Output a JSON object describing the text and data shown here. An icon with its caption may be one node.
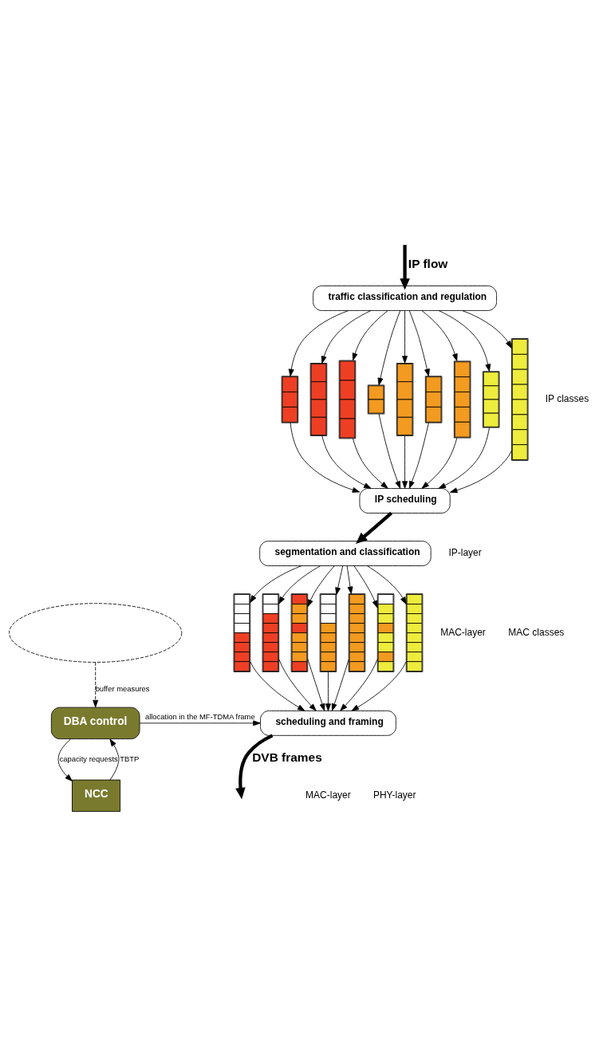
{
  "diagram": {
    "nodes": [
      {
        "text": [
          "traffic classification and regulation"
        ]
      },
      {
        "text": [],
        "shape": "bar"
      },
      {
        "text": [],
        "shape": "bar"
      },
      {
        "text": [],
        "shape": "bar"
      },
      {
        "text": [],
        "shape": "bar"
      },
      {
        "text": [],
        "shape": "bar"
      },
      {
        "text": [],
        "shape": "bar"
      },
      {
        "text": [],
        "shape": "bar"
      },
      {
        "text": [],
        "shape": "bar"
      },
      {
        "text": [],
        "shape": "bar"
      },
      {
        "text": [
          "IP scheduling"
        ]
      },
      {
        "text": [
          "segmentation and classification"
        ]
      },
      {
        "text": [],
        "shape": "bar"
      },
      {
        "text": [],
        "shape": "bar"
      },
      {
        "text": [],
        "shape": "bar"
      },
      {
        "text": [],
        "shape": "bar"
      },
      {
        "text": [],
        "shape": "bar"
      },
      {
        "text": [],
        "shape": "bar"
      },
      {
        "text": [],
        "shape": "bar"
      },
      {
        "text": [],
        "shape": "ellipse"
      },
      {
        "text": [
          "scheduling and framing"
        ]
      },
      {
        "text": [
          "DBA control"
        ]
      },
      {
        "text": [
          "NCC"
        ]
      }
    ],
    "edges": [
      {
        "from": null,
        "to": 0,
        "arrow": "to",
        "label": "IP flow",
        "style": "thick"
      },
      {
        "from": 0,
        "to": 1,
        "arrow": "to"
      },
      {
        "from": 0,
        "to": 2,
        "arrow": "to"
      },
      {
        "from": 0,
        "to": 3,
        "arrow": "to"
      },
      {
        "from": 0,
        "to": 4,
        "arrow": "to"
      },
      {
        "from": 0,
        "to": 5,
        "arrow": "to"
      },
      {
        "from": 0,
        "to": 6,
        "arrow": "to"
      },
      {
        "from": 0,
        "to": 7,
        "arrow": "to"
      },
      {
        "from": 0,
        "to": 8,
        "arrow": "to"
      },
      {
        "from": 0,
        "to": 9,
        "arrow": "to"
      },
      {
        "from": 1,
        "to": 10,
        "arrow": "to"
      },
      {
        "from": 2,
        "to": 10,
        "arrow": "to"
      },
      {
        "from": 3,
        "to": 10,
        "arrow": "to"
      },
      {
        "from": 4,
        "to": 10,
        "arrow": "to"
      },
      {
        "from": 5,
        "to": 10,
        "arrow": "to"
      },
      {
        "from": 6,
        "to": 10,
        "arrow": "to"
      },
      {
        "from": 7,
        "to": 10,
        "arrow": "to"
      },
      {
        "from": 8,
        "to": 10,
        "arrow": "to"
      },
      {
        "from": 9,
        "to": 10,
        "arrow": "to"
      },
      {
        "from": 10,
        "to": 11,
        "arrow": "to",
        "style": "thick"
      },
      {
        "from": 11,
        "to": 12,
        "arrow": "to"
      },
      {
        "from": 11,
        "to": 13,
        "arrow": "to"
      },
      {
        "from": 11,
        "to": 14,
        "arrow": "to"
      },
      {
        "from": 11,
        "to": 15,
        "arrow": "to"
      },
      {
        "from": 11,
        "to": 16,
        "arrow": "to"
      },
      {
        "from": 11,
        "to": 17,
        "arrow": "to"
      },
      {
        "from": 11,
        "to": 18,
        "arrow": "to"
      },
      {
        "from": 12,
        "to": 20,
        "arrow": "to"
      },
      {
        "from": 13,
        "to": 20,
        "arrow": "to"
      },
      {
        "from": 14,
        "to": 20,
        "arrow": "to"
      },
      {
        "from": 15,
        "to": 20,
        "arrow": "to"
      },
      {
        "from": 16,
        "to": 20,
        "arrow": "to"
      },
      {
        "from": 17,
        "to": 20,
        "arrow": "to"
      },
      {
        "from": 18,
        "to": 20,
        "arrow": "to"
      },
      {
        "from": 19,
        "to": 21,
        "arrow": "to",
        "label": "buffer measures",
        "style": "dashed"
      },
      {
        "from": 21,
        "to": 20,
        "arrow": "to",
        "label": "allocation in the MF-TDMA frame"
      },
      {
        "from": 21,
        "to": 22,
        "arrow": "to",
        "label": "capacity requests"
      },
      {
        "from": 22,
        "to": 21,
        "arrow": "to",
        "label": "TBTP"
      },
      {
        "from": 20,
        "to": null,
        "arrow": "to",
        "label": "DVB frames",
        "style": "thick"
      }
    ],
    "labels": [
      "IP classes",
      "IP-layer",
      "MAC-layer",
      "MAC classes",
      "MAC-layer",
      "PHY-layer"
    ]
  }
}
